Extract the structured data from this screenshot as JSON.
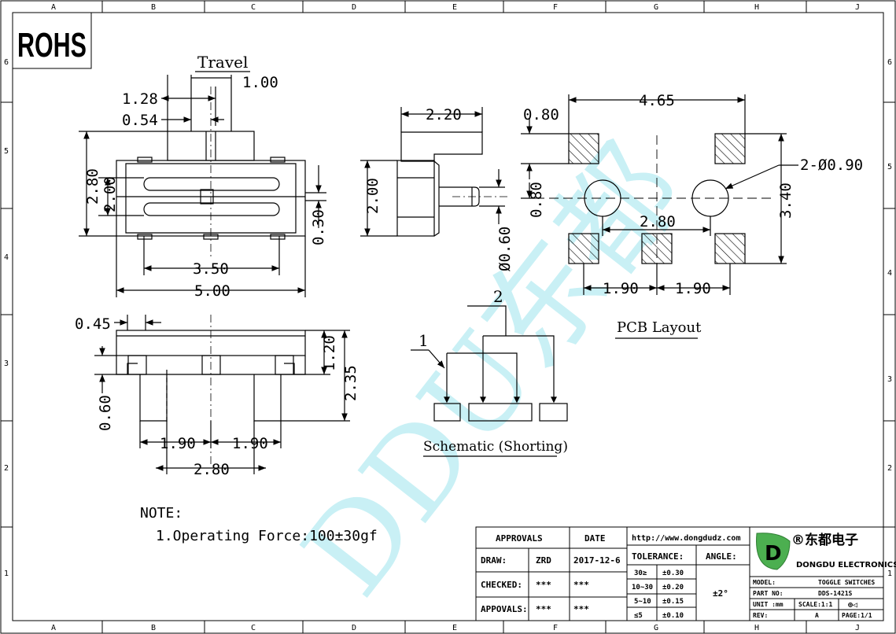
{
  "grid": {
    "cols": [
      "A",
      "B",
      "C",
      "D",
      "E",
      "F",
      "G",
      "H",
      "J"
    ],
    "rows": [
      "6",
      "5",
      "4",
      "3",
      "2",
      "1"
    ]
  },
  "rohs": "ROHS",
  "watermark": "DDU东都",
  "views": {
    "travel_title": "Travel",
    "schematic_title": "Schematic (Shorting)",
    "pcb_title": "PCB Layout"
  },
  "dims": {
    "top": {
      "d128": "1.28",
      "d100": "1.00",
      "d054": "0.54",
      "d280": "2.80",
      "d200": "2.00",
      "d030": "0.30",
      "d350": "3.50",
      "d500": "5.00"
    },
    "side": {
      "d220": "2.20",
      "d200": "2.00",
      "d060": "Ø0.60"
    },
    "front": {
      "d045": "0.45",
      "d120": "1.20",
      "d235": "2.35",
      "d060": "0.60",
      "d190a": "1.90",
      "d190b": "1.90",
      "d280": "2.80"
    },
    "pcb": {
      "d465": "4.65",
      "d080a": "0.80",
      "d080b": "0.80",
      "d090": "2-Ø0.90",
      "d340": "3.40",
      "d280": "2.80",
      "d190a": "1.90",
      "d190b": "1.90"
    },
    "schem": {
      "p1": "1",
      "p2": "2"
    }
  },
  "note": {
    "title": "NOTE:",
    "line1": "1.Operating Force:100±30gf"
  },
  "title_block": {
    "approvals_h": "APPROVALS",
    "date_h": "DATE",
    "url": "http://www.dongdudz.com",
    "draw_label": "DRAW:",
    "draw_name": "ZRD",
    "draw_date": "2017-12-6",
    "checked_label": "CHECKED:",
    "checked_name": "***",
    "checked_date": "***",
    "appr_label": "APPOVALS:",
    "appr_name": "***",
    "appr_date": "***",
    "tolerance_h": "TOLERANCE:",
    "angle_h": "ANGLE:",
    "tol": [
      {
        "range": "30≥",
        "val": "±0.30"
      },
      {
        "range": "10~30",
        "val": "±0.20"
      },
      {
        "range": "5~10",
        "val": "±0.15"
      },
      {
        "range": "≤5",
        "val": "±0.10"
      }
    ],
    "angle_val": "±2°",
    "company_cn": "®东都电子",
    "company_en": "DONGDU ELECTRONICS",
    "model_label": "MODEL:",
    "model_val": "TOGGLE SWITCHES",
    "part_label": "PART NO:",
    "part_val": "DDS-1421S",
    "unit_label": "UNIT :mm",
    "scale_label": "SCALE:1:1",
    "proj_symbol": "⊕◁",
    "rev_label": "REV:",
    "rev_val": "A",
    "page_label": "PAGE:1/1"
  }
}
